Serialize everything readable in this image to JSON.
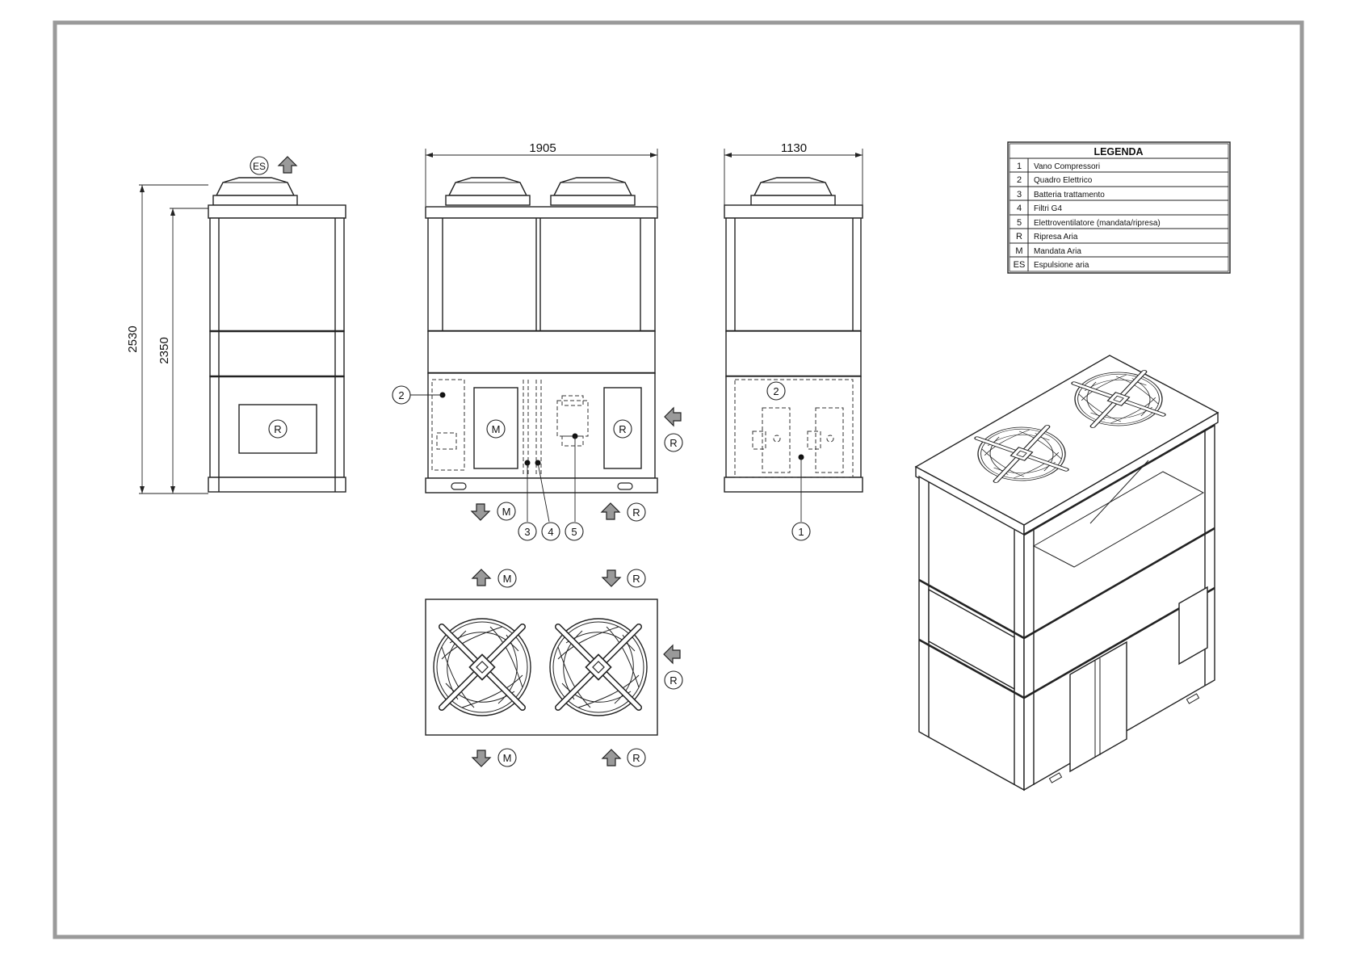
{
  "title": "",
  "dimensions": {
    "width_front": "1905",
    "width_side": "1130",
    "height_total": "2530",
    "height_body": "2350"
  },
  "callouts": {
    "es": "ES",
    "r": "R",
    "m": "M",
    "n1": "1",
    "n2": "2",
    "n3": "3",
    "n4": "4",
    "n5": "5"
  },
  "legend": {
    "title": "LEGENDA",
    "rows": [
      {
        "code": "1",
        "text": "Vano Compressori"
      },
      {
        "code": "2",
        "text": "Quadro Elettrico"
      },
      {
        "code": "3",
        "text": "Batteria trattamento"
      },
      {
        "code": "4",
        "text": "Filtri G4"
      },
      {
        "code": "5",
        "text": "Elettroventilatore (mandata/ripresa)"
      },
      {
        "code": "R",
        "text": "Ripresa Aria"
      },
      {
        "code": "M",
        "text": "Mandata Aria"
      },
      {
        "code": "ES",
        "text": "Espulsione aria"
      }
    ]
  },
  "colors": {
    "frame": "#9a9a9a",
    "arrow_fill": "#9a9a9a",
    "line": "#222222"
  }
}
